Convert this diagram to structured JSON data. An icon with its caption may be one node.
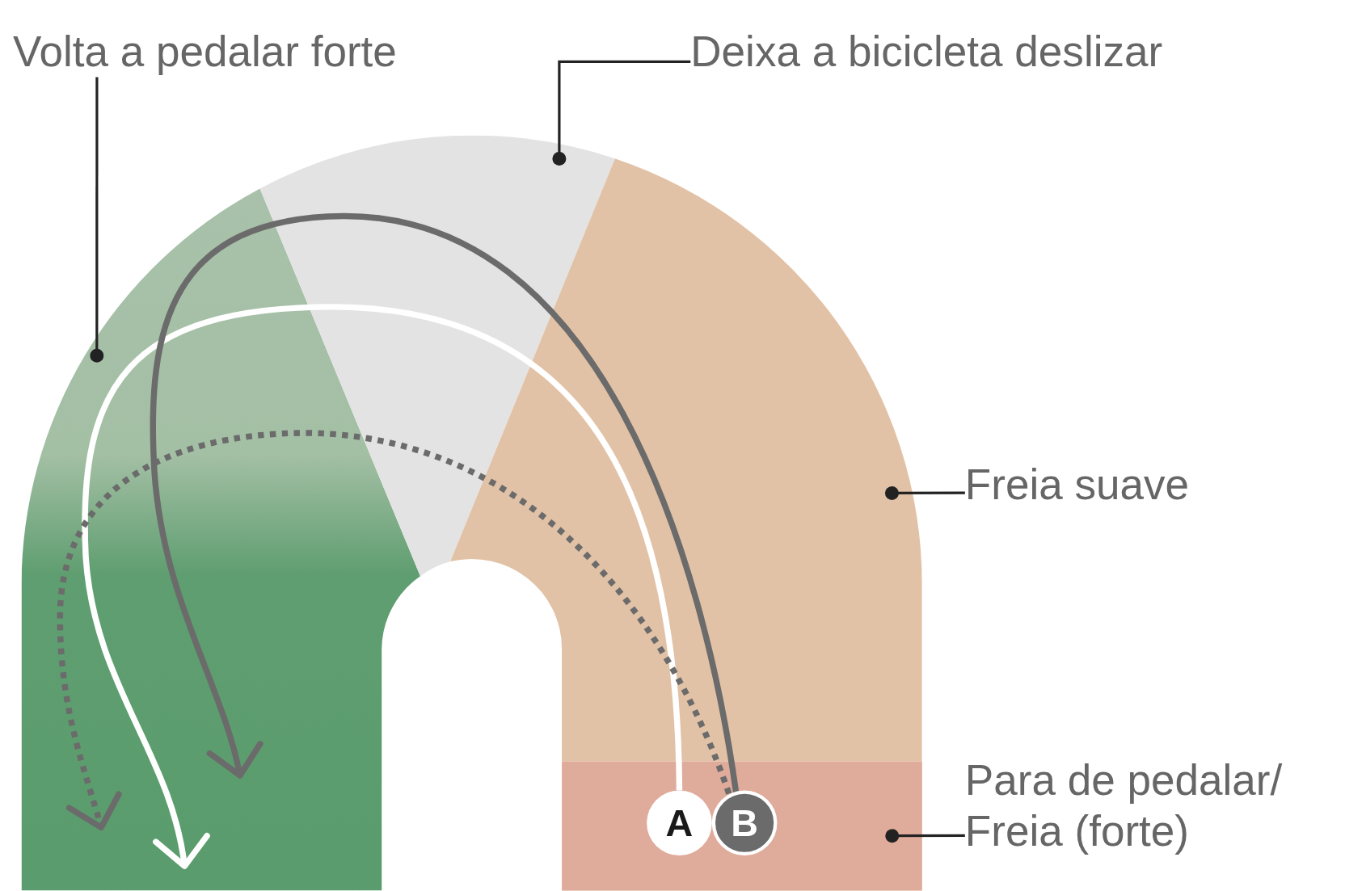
{
  "diagram": {
    "nodes": [
      {
        "text": [
          "Volta a pedalar forte"
        ]
      },
      {
        "text": [
          "Deixa a bicicleta deslizar"
        ]
      },
      {
        "text": [],
        "shape": "band"
      },
      {
        "text": [],
        "shape": "band"
      },
      {
        "text": [],
        "shape": "band"
      },
      {
        "text": [
          "Freia suave"
        ]
      },
      {
        "text": [],
        "shape": "band"
      },
      {
        "text": [
          "Para de pedalar/ Freia (forte)"
        ]
      },
      {
        "text": [
          "A"
        ],
        "in": 6
      },
      {
        "text": [
          "B"
        ],
        "in": 6
      }
    ],
    "edges": [
      {
        "from": 8,
        "to": 2,
        "arrow": "to",
        "style": "thick",
        "color": "#ffffff"
      },
      {
        "from": 9,
        "to": 2,
        "arrow": "to",
        "style": "thick",
        "color": "#6b6b6b"
      },
      {
        "from": 9,
        "to": 2,
        "arrow": "to",
        "style": "dashed",
        "color": "#6b6b6b"
      },
      {
        "from": 0,
        "to": 2,
        "arrow": "other"
      },
      {
        "from": 1,
        "to": 3,
        "arrow": "other"
      },
      {
        "from": 5,
        "to": 4,
        "arrow": "other"
      },
      {
        "from": 7,
        "to": 6,
        "arrow": "other"
      }
    ]
  }
}
